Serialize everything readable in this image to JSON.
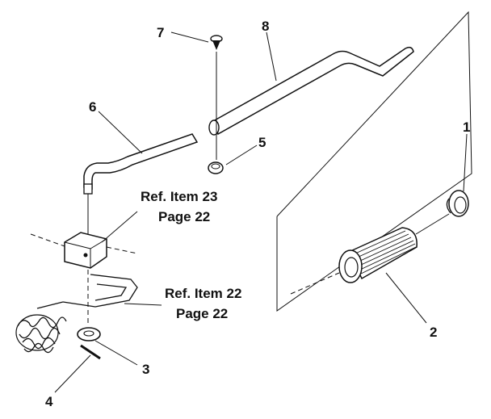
{
  "callouts": {
    "n1": "1",
    "n2": "2",
    "n3": "3",
    "n4": "4",
    "n5": "5",
    "n6": "6",
    "n7": "7",
    "n8": "8"
  },
  "references": {
    "ref23_line1": "Ref. Item 23",
    "ref23_line2": "Page 22",
    "ref22_line1": "Ref. Item 22",
    "ref22_line2": "Page 22"
  }
}
